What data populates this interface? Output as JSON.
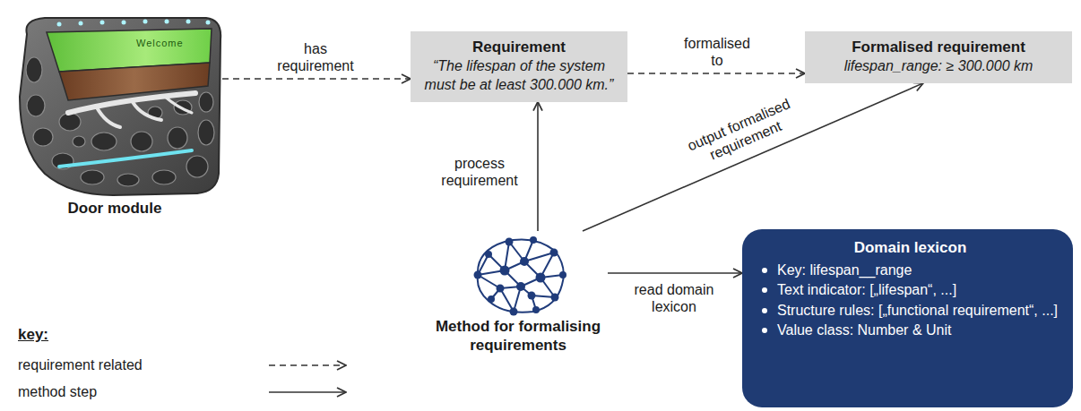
{
  "diagram": {
    "nodes": [
      {
        "text": [
          "Door module"
        ]
      },
      {
        "text": [
          "Requirement",
          "“The lifespan of the system must be at least 300.000 km.”"
        ]
      },
      {
        "text": [
          "Formalised requirement",
          "lifespan_range: ≥ 300.000 km"
        ]
      },
      {
        "text": [
          "Method for formalising requirements"
        ]
      },
      {
        "text": [
          "Domain lexicon",
          "Key: lifespan__range",
          "Text indicator: [„lifespan“, ...]",
          "Structure rules: [„functional requirement“, ...]",
          "Value class: Number & Unit"
        ]
      }
    ],
    "edges": [
      {
        "from": 0,
        "to": 1,
        "arrow": "to",
        "label": "has requirement"
      },
      {
        "from": 1,
        "to": 2,
        "arrow": "to",
        "label": "formalised to"
      },
      {
        "from": 3,
        "to": 1,
        "arrow": "to",
        "label": "process requirement"
      },
      {
        "from": 3,
        "to": 2,
        "arrow": "to",
        "label": "output formalised requirement"
      },
      {
        "from": 3,
        "to": 4,
        "arrow": "to",
        "label": "read domain lexicon"
      }
    ],
    "labels": [
      "key:",
      "Welcome"
    ],
    "legend": [
      {
        "text": "requirement related"
      },
      {
        "text": "method step"
      }
    ]
  }
}
